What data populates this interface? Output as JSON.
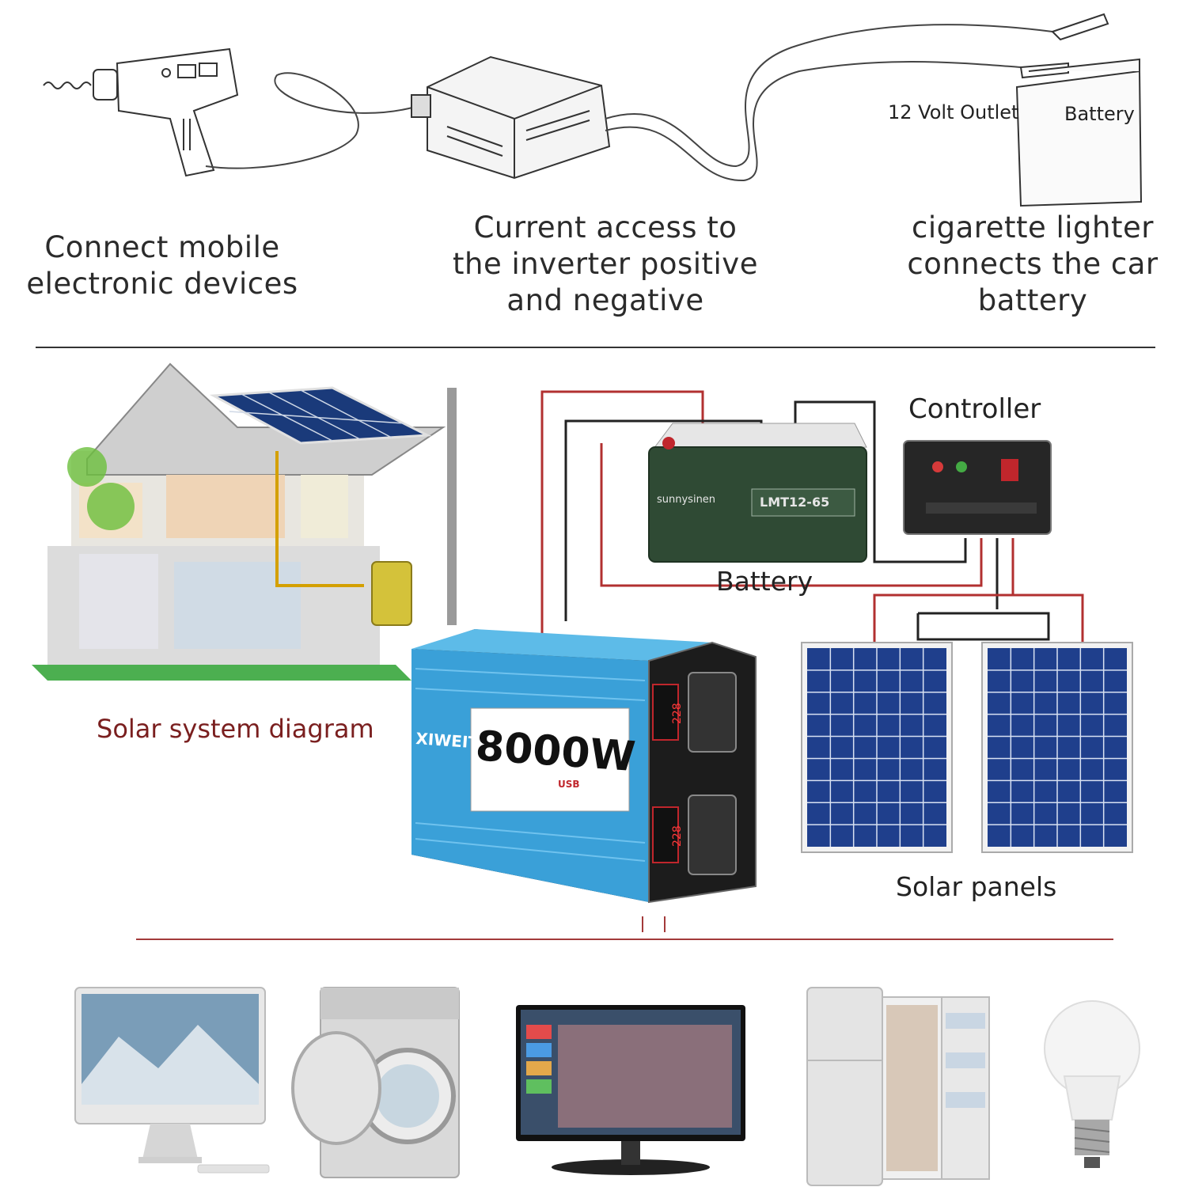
{
  "top": {
    "outlet_label": "12 Volt Outlet",
    "battery_label": "Battery",
    "caption_left": [
      "Connect mobile",
      "electronic devices"
    ],
    "caption_center": [
      "Current access to",
      "the inverter positive",
      "and negative"
    ],
    "caption_right": [
      "cigarette lighter",
      "connects the car",
      "battery"
    ]
  },
  "middle": {
    "system_caption": "Solar system diagram",
    "controller_label": "Controller",
    "battery_label": "Battery",
    "panels_label": "Solar panels",
    "inverter": {
      "power": "8000W",
      "brand": "XIWEITE",
      "usb": "USB",
      "display_top": "228",
      "display_bottom": "228"
    },
    "battery_brand": "sunnysinen",
    "battery_model": "LMT12-65"
  },
  "colors": {
    "wire_red": "#b23030",
    "wire_black": "#222222",
    "panel_blue": "#1f3f8c",
    "inverter_blue": "#3aa0d8",
    "battery_green": "#2f4a34",
    "caption_red": "#7a1f1f"
  }
}
